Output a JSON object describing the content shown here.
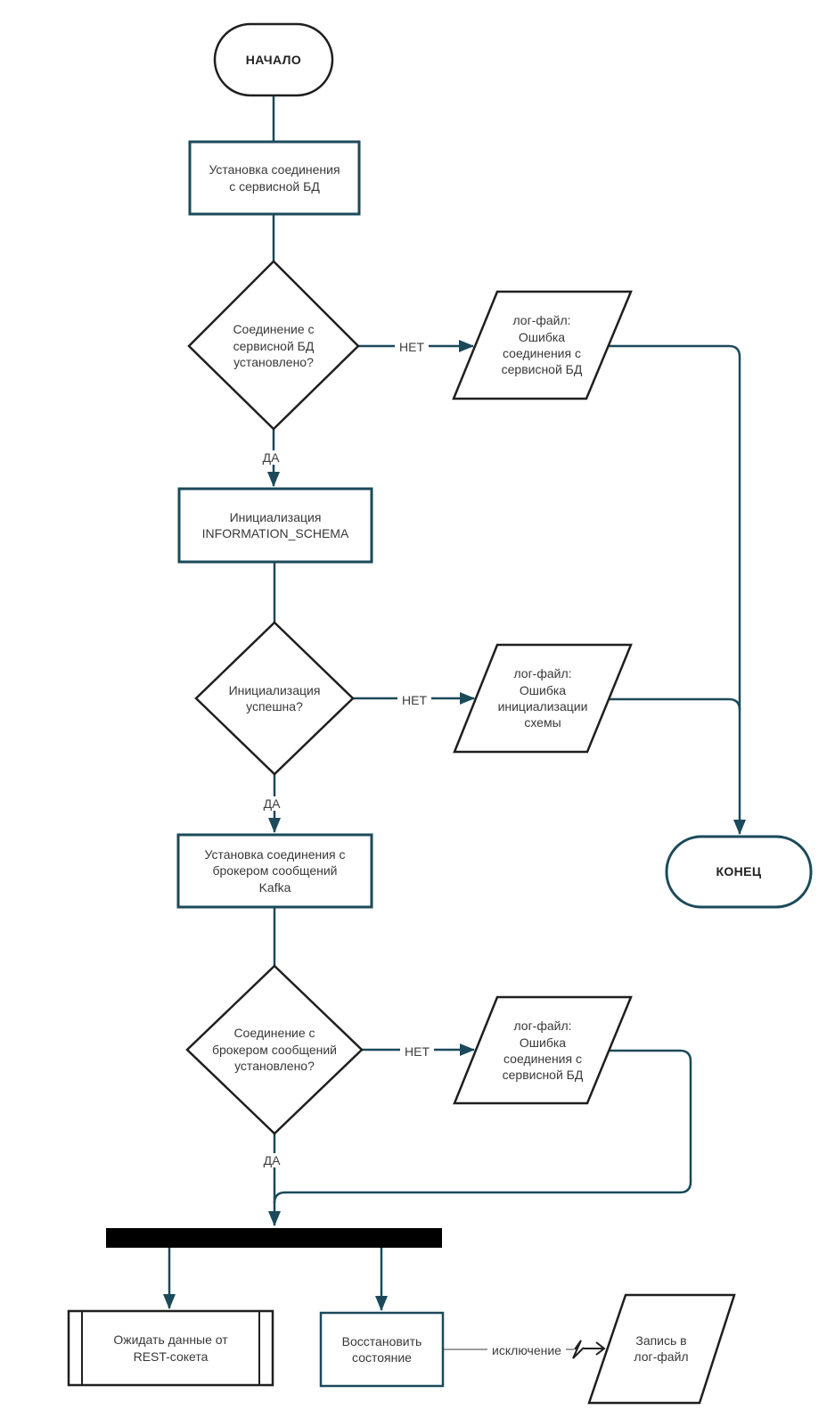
{
  "colors": {
    "connector": "#1b4a5a",
    "shape_outline": "#1f1f1f",
    "process_outline": "#1b4a5a",
    "fork_bar": "#000000",
    "exception_line": "#9e9e9e",
    "text": "#383838",
    "background": "#ffffff"
  },
  "nodes": {
    "start": {
      "label": "НАЧАЛО",
      "type": "terminator"
    },
    "connect_db": {
      "lines": [
        "Установка соединения",
        "с сервисной БД"
      ],
      "type": "process"
    },
    "db_connected": {
      "lines": [
        "Соединение с",
        "сервисной БД",
        "установлено?"
      ],
      "type": "decision"
    },
    "log_db_error": {
      "lines": [
        "лог-файл:",
        "Ошибка",
        "соединения с",
        "сервисной БД"
      ],
      "type": "data"
    },
    "init_schema": {
      "lines": [
        "Инициализация",
        "INFORMATION_SCHEMA"
      ],
      "type": "process"
    },
    "init_ok": {
      "lines": [
        "Инициализация",
        "успешна?"
      ],
      "type": "decision"
    },
    "log_init_error": {
      "lines": [
        "лог-файл:",
        "Ошибка",
        "инициализации",
        "схемы"
      ],
      "type": "data"
    },
    "connect_kafka": {
      "lines": [
        "Установка соединения с",
        "брокером сообщений",
        "Kafka"
      ],
      "type": "process"
    },
    "kafka_connected": {
      "lines": [
        "Соединение с",
        "брокером сообщений",
        "установлено?"
      ],
      "type": "decision"
    },
    "log_kafka_error": {
      "lines": [
        "лог-файл:",
        "Ошибка",
        "соединения с",
        "сервисной БД"
      ],
      "type": "data"
    },
    "end": {
      "label": "КОНЕЦ",
      "type": "terminator"
    },
    "wait_rest": {
      "lines": [
        "Ожидать данные от",
        "REST-сокета"
      ],
      "type": "predefined-process"
    },
    "restore_state": {
      "lines": [
        "Восстановить",
        "состояние"
      ],
      "type": "process"
    },
    "write_log": {
      "lines": [
        "Запись в",
        "лог-файл"
      ],
      "type": "data"
    }
  },
  "edge_labels": {
    "no1": "НЕТ",
    "yes1": "ДА",
    "no2": "НЕТ",
    "yes2": "ДА",
    "no3": "НЕТ",
    "yes3": "ДА",
    "exception": "исключение"
  }
}
